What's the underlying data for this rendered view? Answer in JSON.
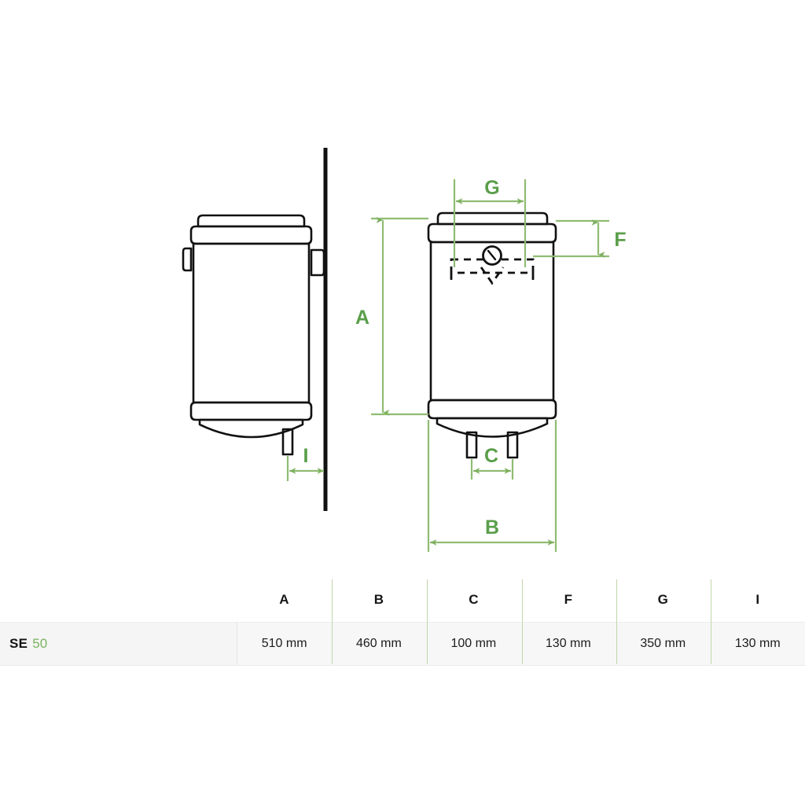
{
  "drawing": {
    "title": "water-heater-dimension-drawing",
    "colors": {
      "outline": "#111111",
      "dimension_line": "#8fbc72",
      "dimension_label": "#5a9e4a",
      "wall": "#111111",
      "background": "#ffffff"
    },
    "views": [
      {
        "name": "side-view",
        "label": ""
      },
      {
        "name": "front-view",
        "label": ""
      }
    ],
    "dimension_labels": {
      "A": "A",
      "B": "B",
      "C": "C",
      "F": "F",
      "G": "G",
      "I": "I"
    }
  },
  "table": {
    "model_label": {
      "code": "SE",
      "size": "50"
    },
    "columns": [
      "A",
      "B",
      "C",
      "F",
      "G",
      "I"
    ],
    "values": [
      "510 mm",
      "460 mm",
      "100 mm",
      "130 mm",
      "350 mm",
      "130 mm"
    ]
  },
  "chart_data": {
    "type": "table",
    "title": "SE 50 water heater dimensions",
    "categories": [
      "A",
      "B",
      "C",
      "F",
      "G",
      "I"
    ],
    "values": [
      510,
      460,
      100,
      130,
      350,
      130
    ],
    "unit": "mm",
    "labels": [
      "510 mm",
      "460 mm",
      "100 mm",
      "130 mm",
      "350 mm",
      "130 mm"
    ],
    "model": "SE 50"
  }
}
